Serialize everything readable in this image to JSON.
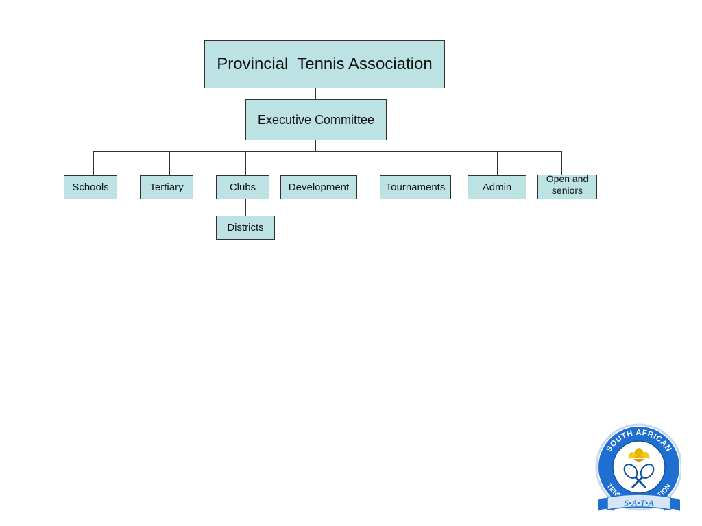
{
  "chart": {
    "root": "Provincial  Tennis Association",
    "executive": "Executive Committee",
    "departments": [
      "Schools",
      "Tertiary",
      "Clubs",
      "Development",
      "Tournaments",
      "Admin",
      "Open and seniors"
    ],
    "sub_clubs": "Districts"
  },
  "logo": {
    "ring_text_top": "SOUTH AFRICAN",
    "ring_text_bottom": "TENNIS ASSOCIATION",
    "banner": "S•A•T•A"
  },
  "colors": {
    "box_fill": "#bde2e4",
    "line": "#333333",
    "logo_blue": "#1f6fd0",
    "logo_gold": "#e8b400"
  }
}
